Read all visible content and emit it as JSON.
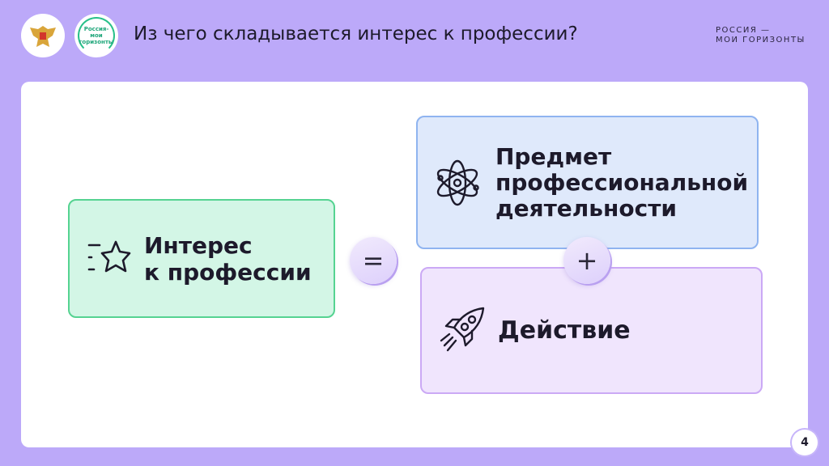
{
  "header": {
    "title": "Из чего складывается интерес к профессии?",
    "logo2_text": "Россия-мои горизонты",
    "brand_line1": "РОССИЯ —",
    "brand_line2": "МОИ ГОРИЗОНТЫ"
  },
  "diagram": {
    "interest": {
      "line1": "Интерес",
      "line2": "к профессии",
      "icon": "star-icon"
    },
    "equals": "=",
    "subject": {
      "line1": "Предмет",
      "line2": "профессиональной",
      "line3": "деятельности",
      "icon": "atom-icon"
    },
    "plus": "+",
    "action": {
      "label": "Действие",
      "icon": "rocket-icon"
    }
  },
  "page_number": "4",
  "colors": {
    "background": "#bca9f9",
    "green": "#d3f6e6",
    "blue": "#dfe9fb",
    "purple": "#f0e5fd"
  }
}
